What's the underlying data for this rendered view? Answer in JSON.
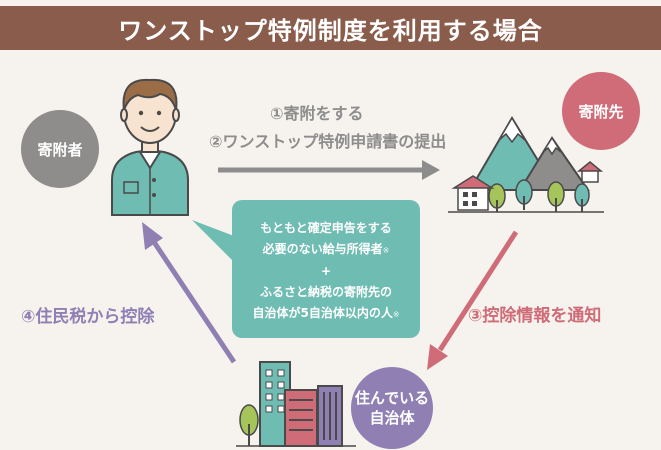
{
  "title": "ワンストップ特例制度を利用する場合",
  "circles": {
    "donor": "寄附者",
    "destination": "寄附先",
    "home_line1": "住んでいる",
    "home_line2": "自治体"
  },
  "steps": {
    "step1": "①寄附をする",
    "step2": "②ワンストップ特例申請書の提出",
    "step3": "③控除情報を通知",
    "step4": "④住民税から控除"
  },
  "condition": {
    "line1": "もともと確定申告をする",
    "line2": "必要のない給与所得者",
    "mark": "※",
    "plus": "+",
    "line3": "ふるさと納税の寄附先の",
    "line4": "自治体が5自治体以内の人"
  },
  "colors": {
    "title_bg": "#8a5c4b",
    "donor": "#8e8d8b",
    "destination": "#cf6c78",
    "home": "#8f7fb3",
    "bubble": "#6fbcb3",
    "arrow_gray": "#8d8d8d"
  },
  "icons": [
    "person-icon",
    "mountains-icon",
    "buildings-icon"
  ]
}
